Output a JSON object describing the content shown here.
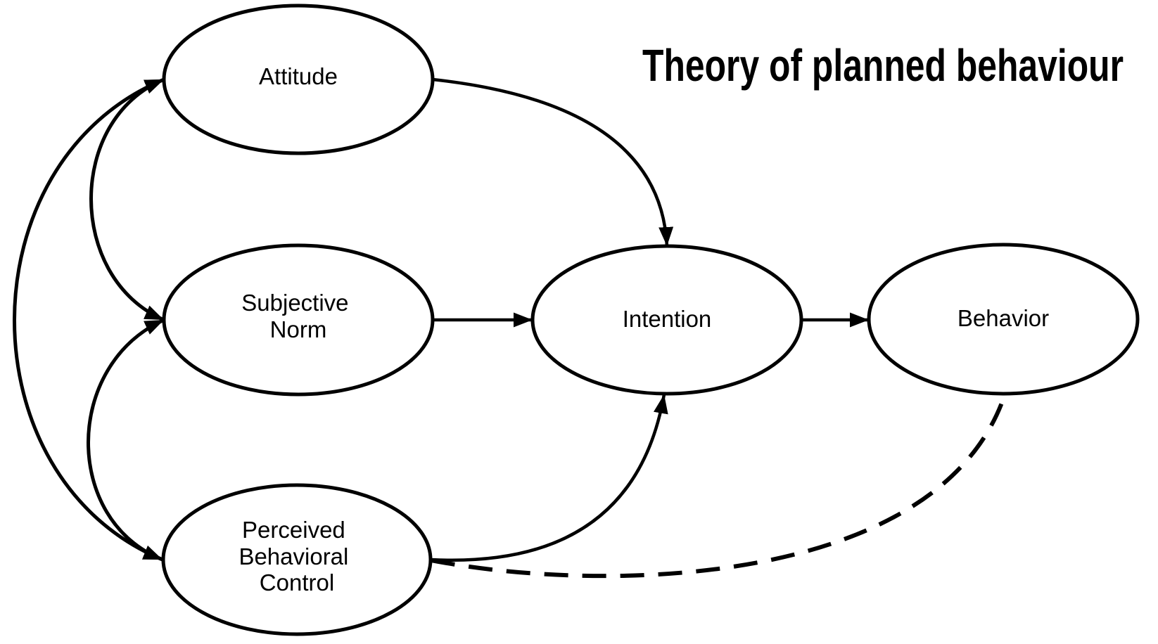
{
  "title": "Theory of planned behaviour",
  "colors": {
    "background": "#ffffff",
    "ink": "#000000"
  },
  "nodes": {
    "attitude": {
      "label": "Attitude",
      "lines": [
        "Attitude"
      ]
    },
    "subjective_norm": {
      "label": "Subjective Norm",
      "lines": [
        "Subjective",
        "Norm"
      ]
    },
    "perceived_behavioral_control": {
      "label": "Perceived Behavioral Control",
      "lines": [
        "Perceived",
        "Behavioral",
        "Control"
      ]
    },
    "intention": {
      "label": "Intention",
      "lines": [
        "Intention"
      ]
    },
    "behavior": {
      "label": "Behavior",
      "lines": [
        "Behavior"
      ]
    }
  },
  "edges": [
    {
      "from": "attitude",
      "to": "intention",
      "style": "solid",
      "arrowheads": "end"
    },
    {
      "from": "subjective_norm",
      "to": "intention",
      "style": "solid",
      "arrowheads": "end"
    },
    {
      "from": "perceived_behavioral_control",
      "to": "intention",
      "style": "solid",
      "arrowheads": "end"
    },
    {
      "from": "intention",
      "to": "behavior",
      "style": "solid",
      "arrowheads": "end"
    },
    {
      "from": "perceived_behavioral_control",
      "to": "behavior",
      "style": "dashed",
      "arrowheads": "none"
    },
    {
      "from": "attitude",
      "to": "subjective_norm",
      "style": "solid",
      "arrowheads": "both"
    },
    {
      "from": "subjective_norm",
      "to": "perceived_behavioral_control",
      "style": "solid",
      "arrowheads": "both"
    },
    {
      "from": "attitude",
      "to": "perceived_behavioral_control",
      "style": "solid",
      "arrowheads": "both"
    }
  ]
}
